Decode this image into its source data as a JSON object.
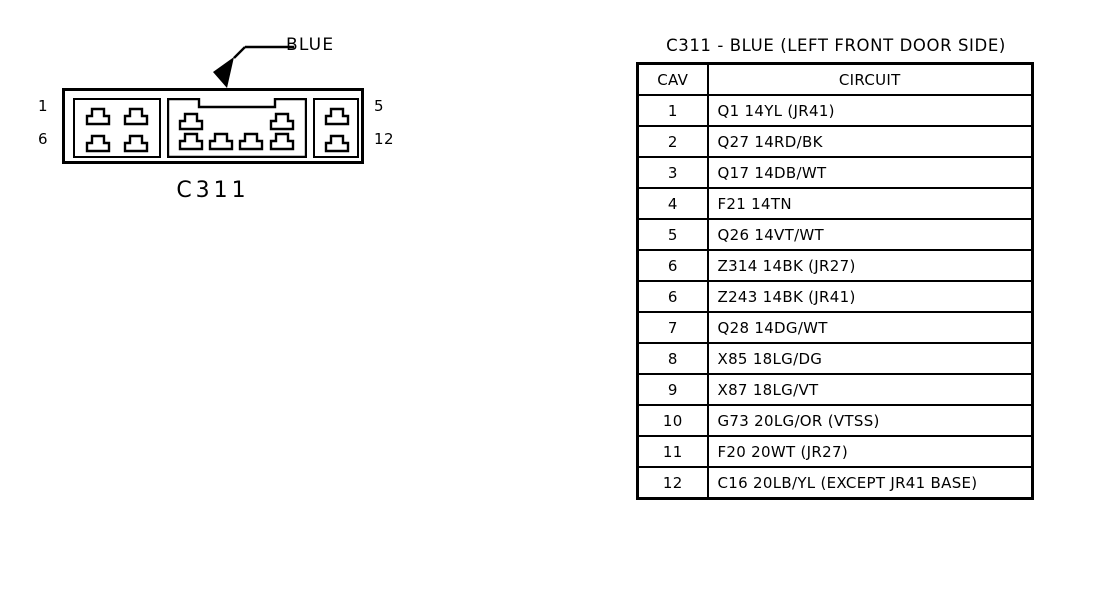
{
  "connector": {
    "callout_label": "BLUE",
    "caption": "C311",
    "pin_top_left": "1",
    "pin_bottom_left": "6",
    "pin_top_right": "5",
    "pin_bottom_right": "12",
    "sections": {
      "left_cavity_count": 4,
      "middle_cavity_count": 6,
      "right_cavity_count": 2
    }
  },
  "table": {
    "title": "C311 - BLUE (LEFT FRONT DOOR SIDE)",
    "headers": {
      "cav": "CAV",
      "circuit": "CIRCUIT"
    },
    "rows": [
      {
        "cav": "1",
        "circuit": "Q1 14YL (JR41)"
      },
      {
        "cav": "2",
        "circuit": "Q27 14RD/BK"
      },
      {
        "cav": "3",
        "circuit": "Q17 14DB/WT"
      },
      {
        "cav": "4",
        "circuit": "F21 14TN"
      },
      {
        "cav": "5",
        "circuit": "Q26 14VT/WT"
      },
      {
        "cav": "6",
        "circuit": "Z314 14BK (JR27)"
      },
      {
        "cav": "6",
        "circuit": "Z243 14BK (JR41)"
      },
      {
        "cav": "7",
        "circuit": "Q28 14DG/WT"
      },
      {
        "cav": "8",
        "circuit": "X85 18LG/DG"
      },
      {
        "cav": "9",
        "circuit": "X87 18LG/VT"
      },
      {
        "cav": "10",
        "circuit": "G73 20LG/OR (VTSS)"
      },
      {
        "cav": "11",
        "circuit": "F20 20WT (JR27)"
      },
      {
        "cav": "12",
        "circuit": "C16 20LB/YL (EXCEPT JR41 BASE)"
      }
    ]
  },
  "colors": {
    "ink": "#000000",
    "background": "#ffffff"
  }
}
